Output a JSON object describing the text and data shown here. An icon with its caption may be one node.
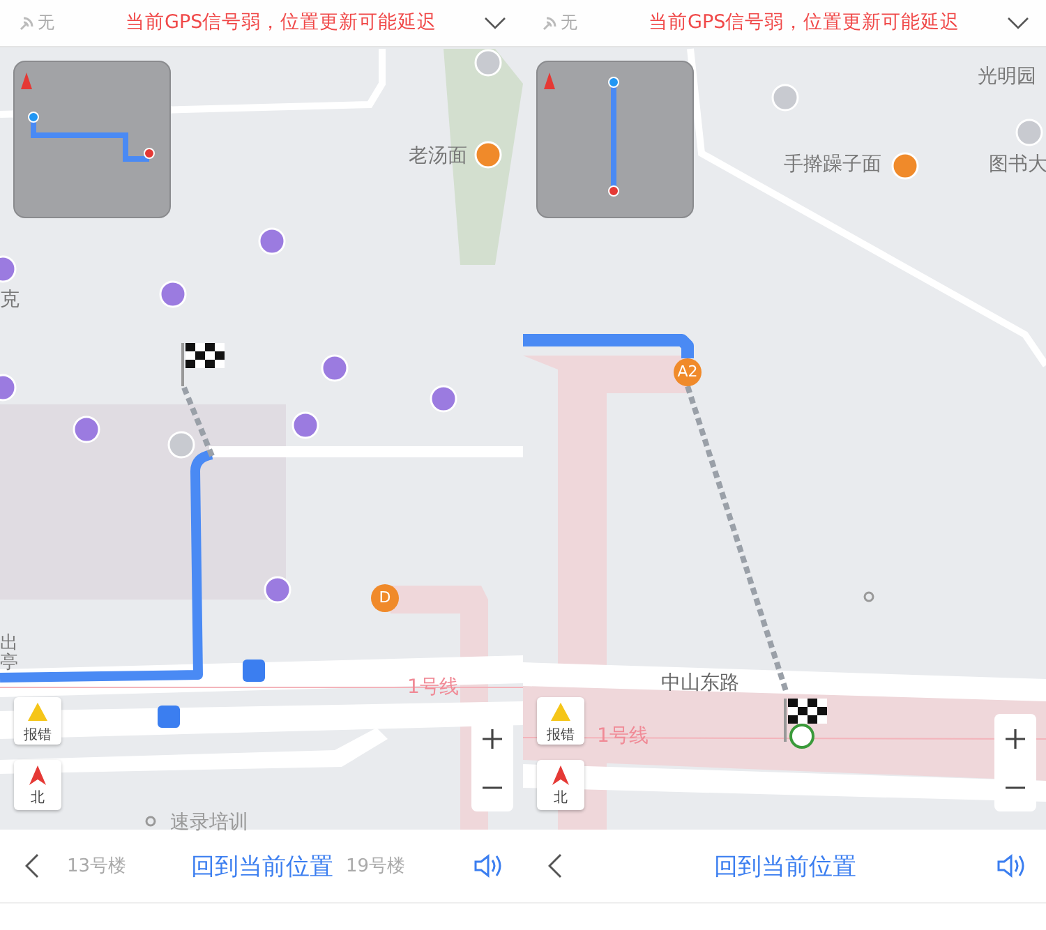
{
  "diagram": {
    "nodes": [
      {
        "text": [
          "无",
          "当前GPS信号弱，位置更新可能延迟"
        ]
      },
      {
        "text": [
          "无",
          "当前GPS信号弱，位置更新可能延迟"
        ]
      },
      {
        "text": [
          "报错"
        ]
      },
      {
        "text": [
          "北"
        ]
      },
      {
        "text": [
          "报错"
        ]
      },
      {
        "text": [
          "北"
        ]
      },
      {
        "text": [
          "回到当前位置"
        ]
      },
      {
        "text": [
          "回到当前位置"
        ]
      },
      {
        "text": [
          "D"
        ]
      },
      {
        "text": [
          "A2"
        ]
      },
      {
        "text": [],
        "shape": "picture"
      },
      {
        "text": [],
        "shape": "picture"
      }
    ],
    "edges": [
      {
        "from": null,
        "to": 10,
        "arrow": "none",
        "style": "dashed"
      },
      {
        "from": null,
        "to": 9,
        "arrow": "none",
        "style": "thick",
        "color": "#4a8af4"
      },
      {
        "from": 9,
        "to": 11,
        "arrow": "none",
        "style": "dashed"
      }
    ],
    "labels": [
      "老汤面",
      "克",
      "出",
      "亭",
      "1号线",
      "速录培训",
      "13号楼",
      "19号楼",
      "光明园",
      "手擀躁子面",
      "图书大",
      "中山东路",
      "1号线"
    ]
  }
}
